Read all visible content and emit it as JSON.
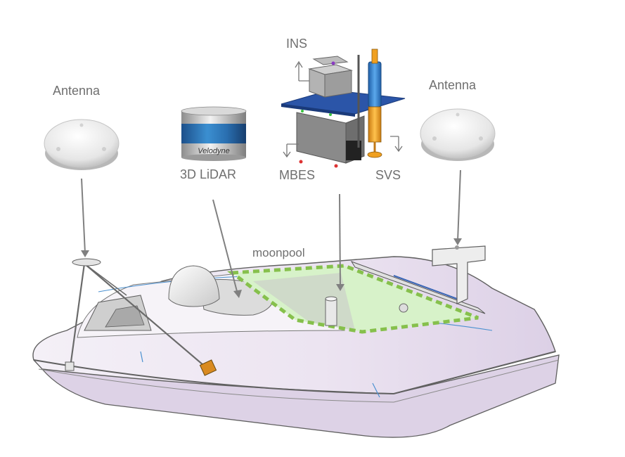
{
  "labels": {
    "antenna_left": "Antenna",
    "antenna_right": "Antenna",
    "ins": "INS",
    "lidar": "3D LiDAR",
    "mbes": "MBES",
    "svs": "SVS",
    "moonpool": "moonpool"
  },
  "lidar_brand": "Velodyne",
  "colors": {
    "label_text": "#6f6f6f",
    "leader_line": "#808080",
    "hull_fill": "#ebe4f0",
    "hull_outline": "#606060",
    "moonpool_fill": "#d7f2c9",
    "moonpool_border": "#86c04c",
    "mount_plate": "#2b55a8",
    "sensor_body": "#7b7b7b",
    "svs_cylinder": "#2f7fd0",
    "svs_accent": "#f0a020",
    "lidar_band": "#2a6fb0"
  }
}
